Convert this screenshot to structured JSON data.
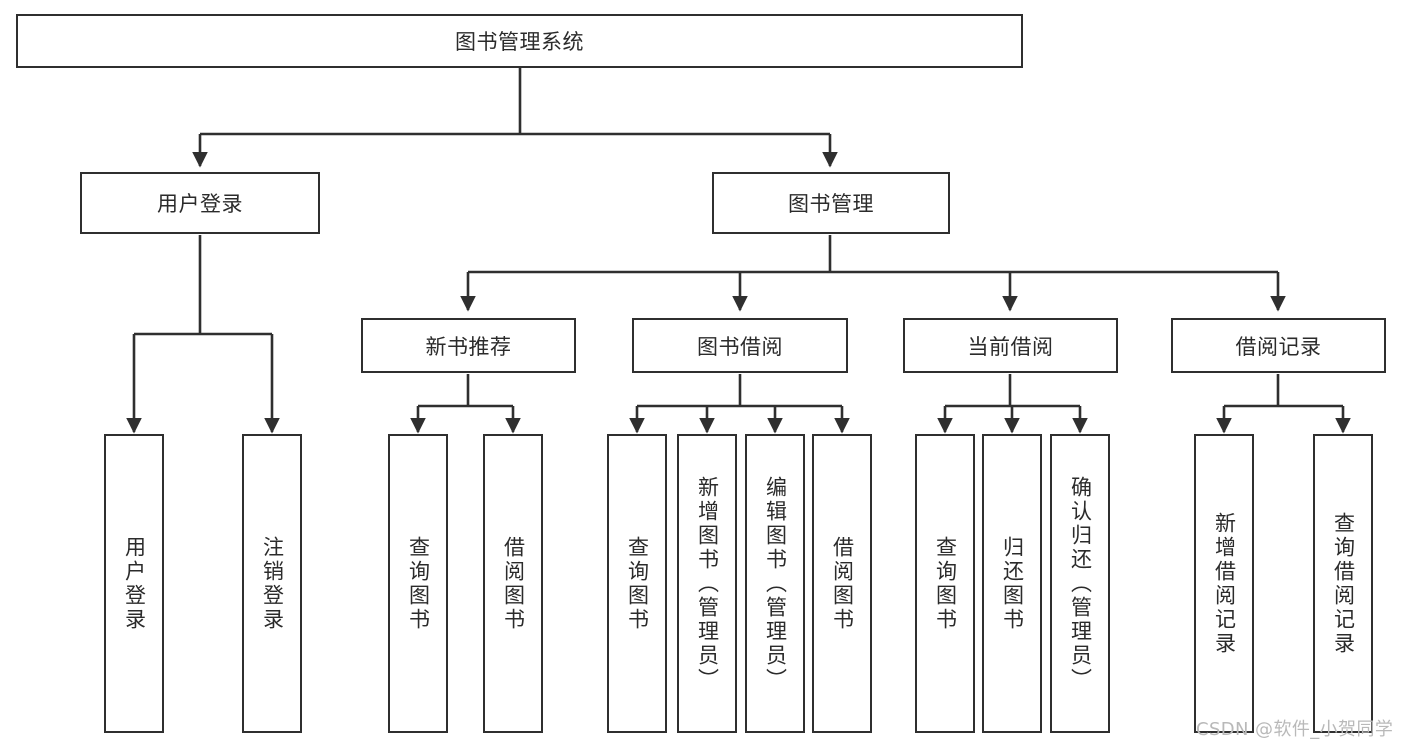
{
  "diagram": {
    "title": "图书管理系统",
    "stroke_color": "#2f2f2f",
    "text_color": "#2b2b2b",
    "background": "#ffffff",
    "watermark": "CSDN @软件_小贺同学",
    "nodes": {
      "root": "图书管理系统",
      "user_login": "用户登录",
      "book_manage": "图书管理",
      "new_book_rec": "新书推荐",
      "book_borrow": "图书借阅",
      "current_borrow": "当前借阅",
      "borrow_record": "借阅记录",
      "leaf_user_login": "用户登录",
      "leaf_logout_login": "注销登录",
      "leaf_query_book_1": "查询图书",
      "leaf_borrow_book_1": "借阅图书",
      "leaf_query_book_2": "查询图书",
      "leaf_add_book": "新增图书（管理员）",
      "leaf_edit_book": "编辑图书（管理员）",
      "leaf_borrow_book_2": "借阅图书",
      "leaf_query_book_3": "查询图书",
      "leaf_return_book": "归还图书",
      "leaf_confirm_return": "确认归还（管理员）",
      "leaf_add_record": "新增借阅记录",
      "leaf_query_record": "查询借阅记录"
    }
  }
}
